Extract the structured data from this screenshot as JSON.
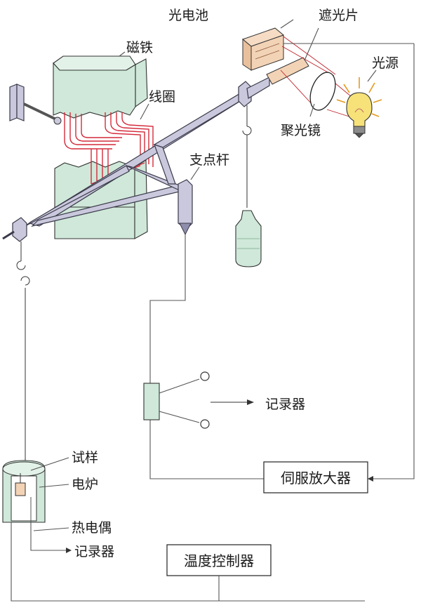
{
  "labels": {
    "photocell": "光电池",
    "shutter": "遮光片",
    "magnet": "磁铁",
    "light_source": "光源",
    "coil": "线圈",
    "condenser_lens": "聚光镜",
    "pivot_rod": "支点杆",
    "recorder_mid": "记录器",
    "sample": "试样",
    "furnace": "电炉",
    "thermocouple": "热电偶",
    "recorder_bottom": "记录器"
  },
  "boxes": {
    "servo_amplifier": "伺服放大器",
    "temperature_controller": "温度控制器"
  },
  "colors": {
    "magnet_fill": "#cfe8d9",
    "beam_fill": "#c9c8dc",
    "coil_red": "#d42a3a",
    "photocell_fill": "#f3d3b6",
    "bulb_yellow": "#f7e27a"
  }
}
